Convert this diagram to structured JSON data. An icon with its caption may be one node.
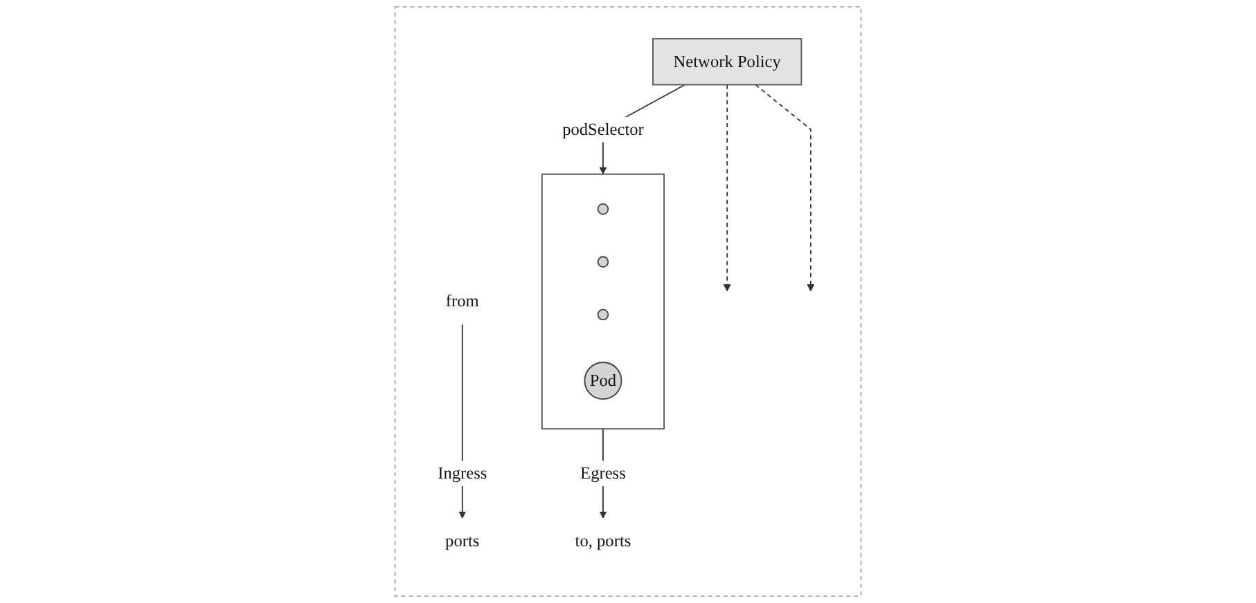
{
  "diagram": {
    "nodes": [
      {
        "text": [],
        "shape": "box"
      },
      {
        "text": [
          "Network Policy"
        ],
        "in": 0
      },
      {
        "text": [],
        "shape": "box",
        "in": 0
      },
      {
        "text": [],
        "shape": "circle",
        "in": 2
      },
      {
        "text": [],
        "shape": "circle",
        "in": 2
      },
      {
        "text": [],
        "shape": "circle",
        "in": 2
      },
      {
        "text": [
          "Pod"
        ],
        "in": 2
      },
      {
        "text": [
          "to, ports"
        ],
        "in": 0
      },
      {
        "text": [
          "ports"
        ],
        "in": 0
      },
      {
        "text": [
          "from"
        ],
        "in": 0
      }
    ],
    "edges": [
      {
        "from": 1,
        "to": 2,
        "arrow": "to",
        "label": "podSelector"
      },
      {
        "from": 2,
        "to": 7,
        "arrow": "to",
        "label": "Egress"
      },
      {
        "from": 9,
        "to": 8,
        "arrow": "to",
        "label": "Ingress"
      },
      {
        "from": 1,
        "to": null,
        "arrow": "to",
        "style": "dashed"
      },
      {
        "from": 1,
        "to": null,
        "arrow": "to",
        "style": "dashed"
      }
    ]
  }
}
